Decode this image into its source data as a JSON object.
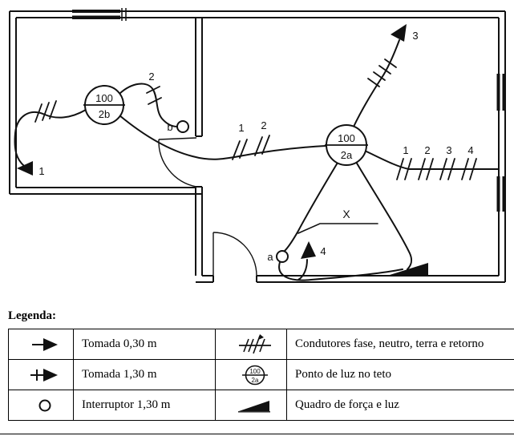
{
  "plan": {
    "lights": {
      "left": {
        "power": "100",
        "circuit": "2b"
      },
      "right": {
        "power": "100",
        "circuit": "2a"
      }
    },
    "labels": {
      "outlet_left": "1",
      "conductors_left": "2",
      "switch_b": "b",
      "hall_cond_1": "1",
      "hall_cond_2": "2",
      "outlet_top": "3",
      "wall_cond_1": "1",
      "wall_cond_2": "2",
      "wall_cond_3": "3",
      "wall_cond_4": "4",
      "circuit_x": "X",
      "switch_a": "a",
      "outlet_bottom": "4"
    }
  },
  "legend": {
    "title": "Legenda:",
    "rows": [
      {
        "left_symbol": "tomada-030-icon",
        "left_label": "Tomada 0,30 m",
        "right_symbol": "condutores-icon",
        "right_label": "Condutores fase, neutro, terra e retorno"
      },
      {
        "left_symbol": "tomada-130-icon",
        "left_label": "Tomada 1,30 m",
        "right_symbol": "ponto-de-luz-icon",
        "right_label": "Ponto de luz no teto"
      },
      {
        "left_symbol": "interruptor-icon",
        "left_label": "Interruptor 1,30 m",
        "right_symbol": "quadro-icon",
        "right_label": "Quadro de força e luz"
      }
    ],
    "ponto_de_luz_symbol": {
      "power": "100",
      "circuit": "2a"
    }
  },
  "colors": {
    "line": "#111111",
    "background": "#ffffff"
  }
}
